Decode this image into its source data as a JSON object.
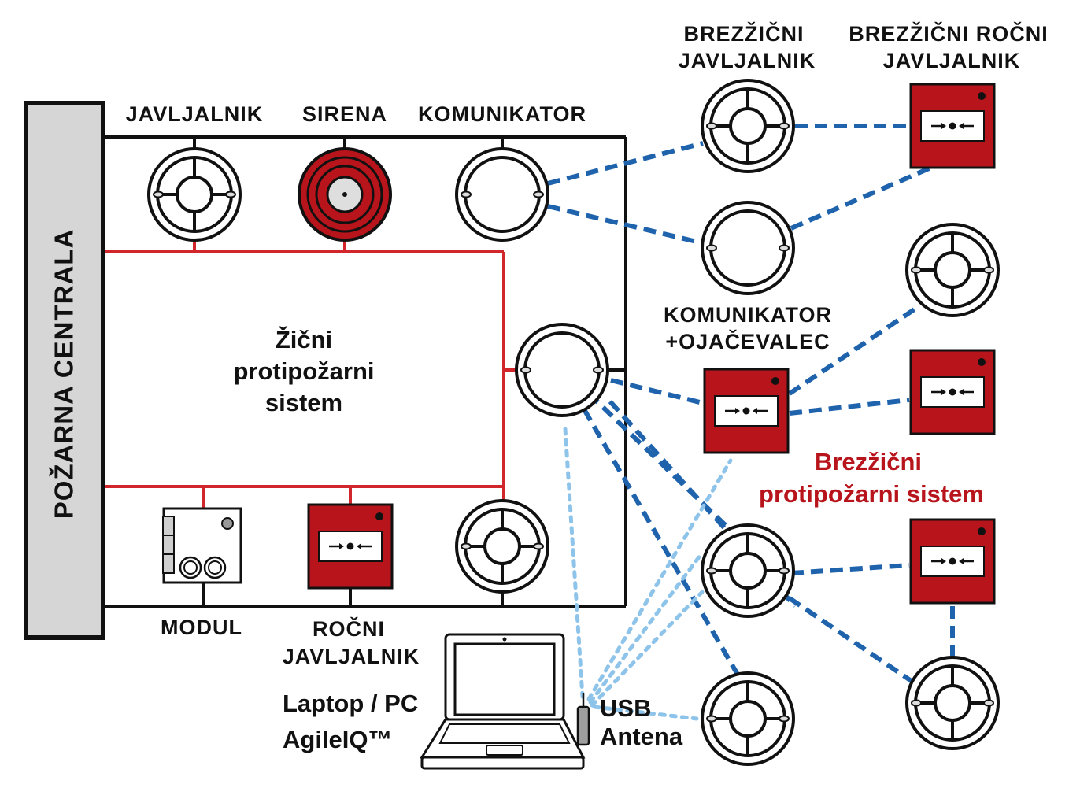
{
  "panel_label": "POŽARNA CENTRALA",
  "wired": {
    "title_lines": [
      "Žični",
      "protipožarni",
      "sistem"
    ],
    "detector_label": "JAVLJALNIK",
    "siren_label": "SIRENA",
    "communicator_label": "KOMUNIKATOR",
    "module_label": "MODUL",
    "manual_label_lines": [
      "ROČNI",
      "JAVLJALNIK"
    ]
  },
  "wireless": {
    "title_lines": [
      "Brezžični",
      "protipožarni sistem"
    ],
    "detector_label_lines": [
      "BREZŽIČNI",
      "JAVLJALNIK"
    ],
    "manual_label_lines": [
      "BREZŽIČNI ROČNI",
      "JAVLJALNIK"
    ],
    "booster_label_lines": [
      "KOMUNIKATOR",
      "+OJAČEVALEC"
    ]
  },
  "laptop": {
    "label_lines": [
      "Laptop / PC",
      "AgileIQ™"
    ]
  },
  "antenna": {
    "label_lines": [
      "USB",
      "Antena"
    ]
  },
  "colors": {
    "wired_loop": "#d1262c",
    "device_red": "#b7141b",
    "wireless_link": "#1f63ad",
    "laptop_link": "#8ec4ea",
    "panel_fill": "#d6d6d6",
    "outline": "#111111"
  }
}
